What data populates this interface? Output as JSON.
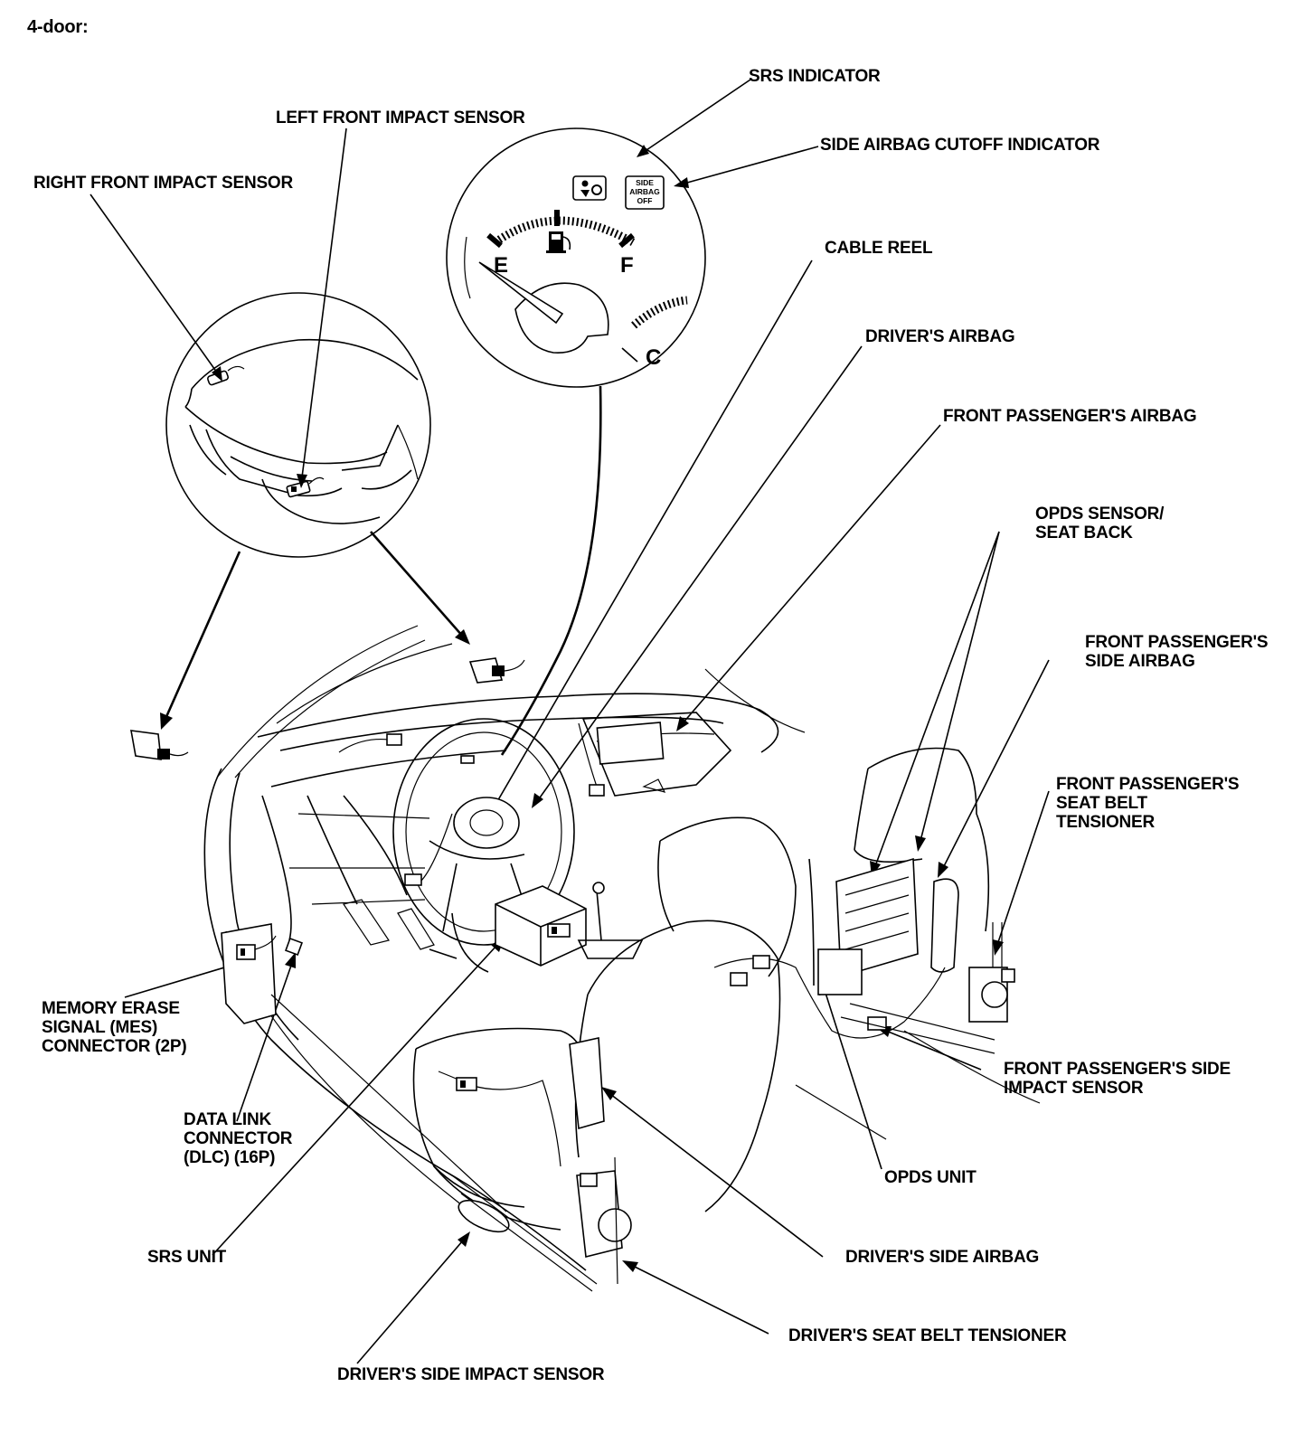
{
  "title": "4-door:",
  "labels": {
    "srs_indicator": "SRS INDICATOR",
    "left_front_impact_sensor": "LEFT FRONT IMPACT SENSOR",
    "side_airbag_cutoff_indicator": "SIDE AIRBAG CUTOFF INDICATOR",
    "right_front_impact_sensor": "RIGHT FRONT IMPACT SENSOR",
    "cable_reel": "CABLE REEL",
    "drivers_airbag": "DRIVER'S AIRBAG",
    "front_passengers_airbag": "FRONT PASSENGER'S AIRBAG",
    "opds_sensor_line1": "OPDS SENSOR/",
    "opds_sensor_line2": "SEAT BACK",
    "front_pass_side_airbag_line1": "FRONT PASSENGER'S",
    "front_pass_side_airbag_line2": "SIDE AIRBAG",
    "front_pass_tensioner_line1": "FRONT PASSENGER'S",
    "front_pass_tensioner_line2": "SEAT BELT",
    "front_pass_tensioner_line3": "TENSIONER",
    "mes_line1": "MEMORY ERASE",
    "mes_line2": "SIGNAL (MES)",
    "mes_line3": "CONNECTOR (2P)",
    "front_pass_side_impact_line1": "FRONT PASSENGER'S SIDE",
    "front_pass_side_impact_line2": "IMPACT SENSOR",
    "dlc_line1": "DATA LINK",
    "dlc_line2": "CONNECTOR",
    "dlc_line3": "(DLC) (16P)",
    "opds_unit": "OPDS UNIT",
    "srs_unit": "SRS UNIT",
    "drivers_side_airbag": "DRIVER'S SIDE AIRBAG",
    "drivers_seat_belt_tensioner": "DRIVER'S SEAT BELT TENSIONER",
    "drivers_side_impact_sensor": "DRIVER'S SIDE IMPACT SENSOR"
  },
  "gauge": {
    "empty": "E",
    "full": "F",
    "cold": "C",
    "side_airbag_badge_line1": "SIDE",
    "side_airbag_badge_line2": "AIRBAG",
    "side_airbag_badge_line3": "OFF"
  },
  "colors": {
    "ink": "#000000",
    "paper": "#ffffff"
  }
}
